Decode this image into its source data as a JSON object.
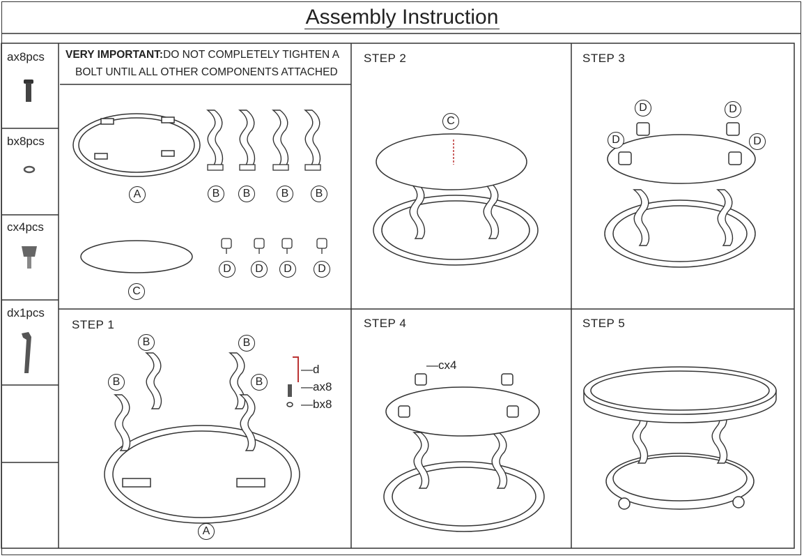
{
  "title": "Assembly Instruction",
  "parts": [
    {
      "label": "ax8pcs",
      "icon": "bolt-icon"
    },
    {
      "label": "bx8pcs",
      "icon": "washer-icon"
    },
    {
      "label": "cx4pcs",
      "icon": "foot-screw-icon"
    },
    {
      "label": "dx1pcs",
      "icon": "allen-key-icon"
    }
  ],
  "warning": {
    "strong": "VERY IMPORTANT:",
    "line1": "DO NOT COMPLETELY TIGHTEN A",
    "line2": "BOLT UNTIL ALL OTHER COMPONENTS ATTACHED"
  },
  "components": {
    "a": "A",
    "b": "B",
    "c": "C",
    "d": "D"
  },
  "steps": {
    "step1": "STEP  1",
    "step2": "STEP  2",
    "step3": "STEP  3",
    "step4": "STEP  4",
    "step5": "STEP  5"
  },
  "step1_hardware": {
    "d": "—d",
    "a": "—ax8",
    "b": "—bx8"
  },
  "step4_hardware": {
    "c": "—cx4"
  }
}
